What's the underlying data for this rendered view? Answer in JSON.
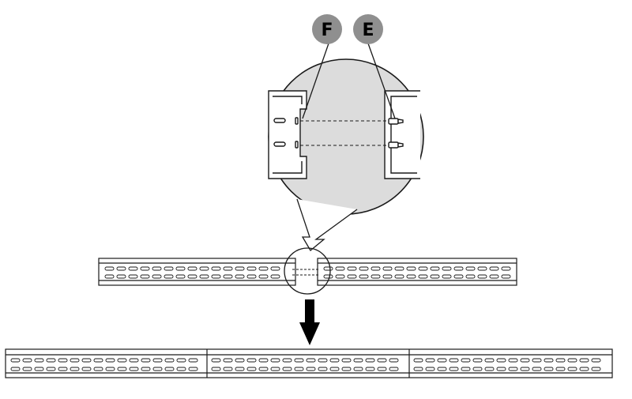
{
  "callouts": [
    {
      "id": "f",
      "label": "F"
    },
    {
      "id": "e",
      "label": "E"
    }
  ],
  "colors": {
    "line": "#1a1a1a",
    "badge": "#8f8f8f",
    "magnifier_fill": "#dcdcdc",
    "arrow": "#000000",
    "rail": "#ffffff"
  },
  "icons": {
    "direction_arrow": "down-arrow-icon",
    "magnifier": "zoom-circle"
  }
}
